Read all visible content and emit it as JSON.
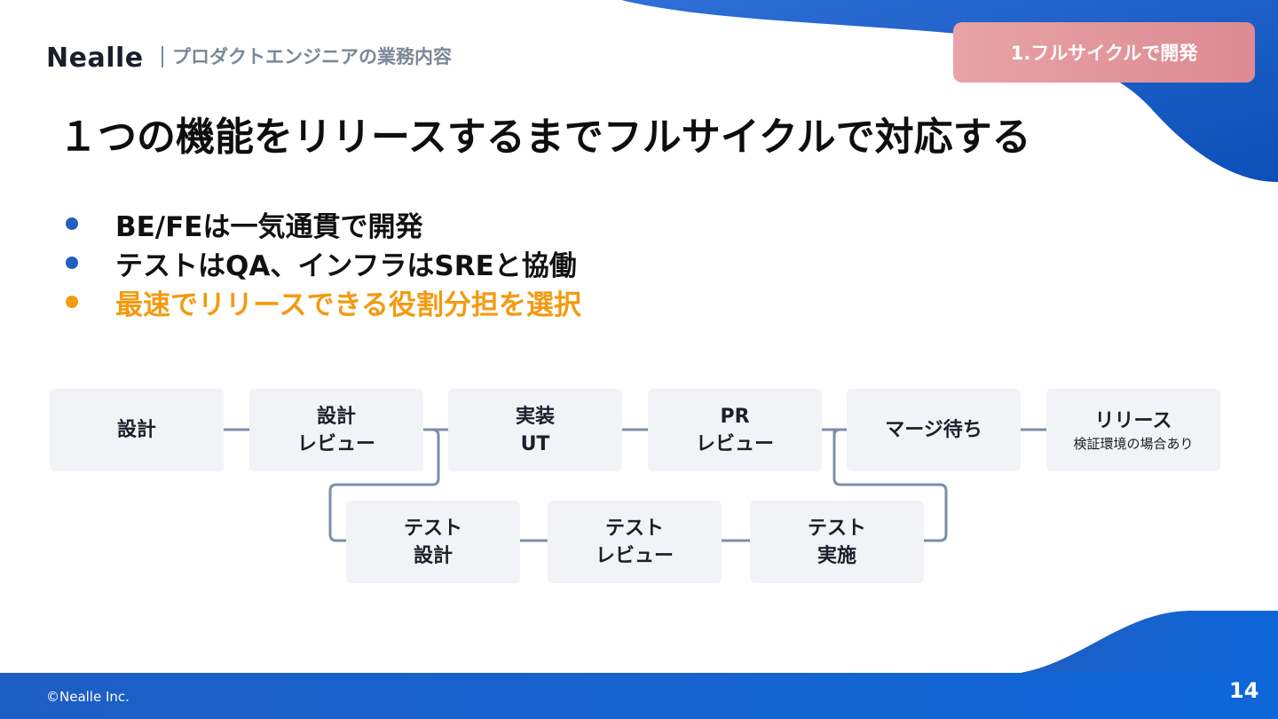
{
  "header": {
    "logo": "Nealle",
    "subtitle": "プロダクトエンジニアの業務内容",
    "badge": "1.フルサイクルで開発"
  },
  "title": "１つの機能をリリースするまでフルサイクルで対応する",
  "bullets": [
    {
      "text": "BE/FEは一気通貫で開発",
      "accent": false
    },
    {
      "text": "テストはQA、インフラはSREと協働",
      "accent": false
    },
    {
      "text": "最速でリリースできる役割分担を選択",
      "accent": true
    }
  ],
  "flow": {
    "top_row": [
      {
        "line1": "設計",
        "line2": ""
      },
      {
        "line1": "設計",
        "line2": "レビュー"
      },
      {
        "line1": "実装",
        "line2": "UT"
      },
      {
        "line1": "PR",
        "line2": "レビュー"
      },
      {
        "line1": "マージ待ち",
        "line2": ""
      },
      {
        "line1": "リリース",
        "sub": "検証環境の場合あり"
      }
    ],
    "bottom_row": [
      {
        "line1": "テスト",
        "line2": "設計"
      },
      {
        "line1": "テスト",
        "line2": "レビュー"
      },
      {
        "line1": "テスト",
        "line2": "実施"
      }
    ]
  },
  "footer": {
    "copyright": "©Nealle Inc.",
    "page_number": "14"
  },
  "colors": {
    "brand_blue": "#1f5fbf",
    "accent_orange": "#f39a12",
    "badge_pink": "#df8f97",
    "node_bg": "#f1f3f6",
    "connector": "#7d8ea6"
  }
}
